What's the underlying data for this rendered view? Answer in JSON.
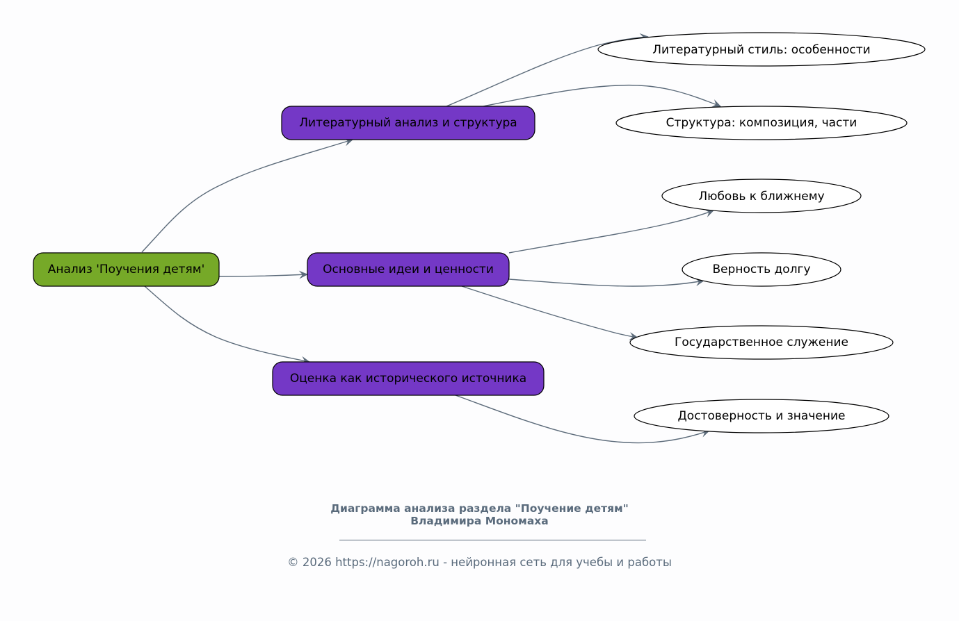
{
  "colors": {
    "root_fill": "#76a928",
    "branch_fill": "#7438c6",
    "leaf_fill": "#ffffff",
    "edge": "#5c6b7a",
    "caption": "#5a6b7c"
  },
  "nodes": {
    "root": "Анализ 'Поучения детям'",
    "branches": [
      "Литературный анализ и структура",
      "Основные идеи и ценности",
      "Оценка как исторического источника"
    ],
    "leaves": [
      "Литературный стиль: особенности",
      "Структура: композиция, части",
      "Любовь к ближнему",
      "Верность долгу",
      "Государственное служение",
      "Достоверность и значение"
    ]
  },
  "edges": [
    {
      "from": "Анализ 'Поучения детям'",
      "to": "Литературный анализ и структура"
    },
    {
      "from": "Анализ 'Поучения детям'",
      "to": "Основные идеи и ценности"
    },
    {
      "from": "Анализ 'Поучения детям'",
      "to": "Оценка как исторического источника"
    },
    {
      "from": "Литературный анализ и структура",
      "to": "Литературный стиль: особенности"
    },
    {
      "from": "Литературный анализ и структура",
      "to": "Структура: композиция, части"
    },
    {
      "from": "Основные идеи и ценности",
      "to": "Любовь к ближнему"
    },
    {
      "from": "Основные идеи и ценности",
      "to": "Верность долгу"
    },
    {
      "from": "Основные идеи и ценности",
      "to": "Государственное служение"
    },
    {
      "from": "Оценка как исторического источника",
      "to": "Достоверность и значение"
    }
  ],
  "caption": {
    "title_line1": "Диаграмма анализа раздела \"Поучение детям\"",
    "title_line2": "Владимира Мономаха",
    "footer": "© 2026 https://nagoroh.ru - нейронная сеть для учебы и работы"
  }
}
